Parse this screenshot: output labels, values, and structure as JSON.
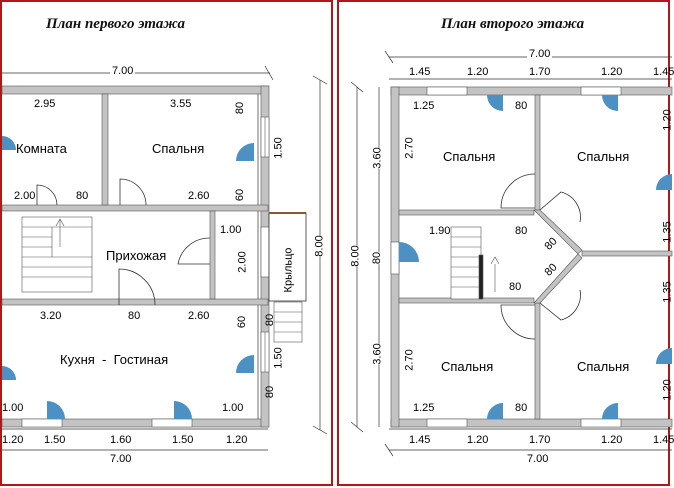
{
  "floor1": {
    "title": "План первого этажа",
    "rooms": {
      "komnata": "Комната",
      "spalnya": "Спальня",
      "prikhozhaya": "Прихожая",
      "kukhnya": "Кухня  -  Гостиная",
      "kryltso": "Крыльцо"
    },
    "dims": {
      "top_total": "7.00",
      "top_left": "2.95",
      "top_right": "3.55",
      "row1_left": "2.00",
      "row1_door1": "80",
      "row1_right": "2.60",
      "hall_left": "3.20",
      "hall_door": "80",
      "hall_right": "2.60",
      "bottom_left": "1.00",
      "bottom_right": "1.00",
      "outer_1": "1.20",
      "outer_2": "1.50",
      "outer_3": "1.60",
      "outer_4": "1.50",
      "outer_5": "1.20",
      "bottom_total": "7.00",
      "side_total": "8.00",
      "r_80a": "80",
      "r_150a": "1.50",
      "r_60a": "60",
      "r_100": "1.00",
      "r_200": "2.00",
      "r_60b": "60",
      "r_80b": "80",
      "r_150b": "1.50",
      "r_80c": "80"
    }
  },
  "floor2": {
    "title": "План второго этажа",
    "rooms": {
      "tl": "Спальня",
      "tr": "Спальня",
      "bl": "Спальня",
      "br": "Спальня"
    },
    "dims": {
      "top_total": "7.00",
      "top": [
        "1.45",
        "1.20",
        "1.70",
        "1.20",
        "1.45"
      ],
      "bottom": [
        "1.45",
        "1.20",
        "1.70",
        "1.20",
        "1.45"
      ],
      "bottom_total": "7.00",
      "win_tl": "1.25",
      "door_tl": "80",
      "win_bl": "1.25",
      "door_bl": "80",
      "inner_270a": "2.70",
      "inner_270b": "2.70",
      "hall_190": "1.90",
      "hall_80a": "80",
      "hall_80b": "80",
      "diag_80a": "80",
      "diag_80b": "80",
      "left_total": "8.00",
      "left_360a": "3.60",
      "left_80": "80",
      "left_360b": "3.60",
      "right_120a": "1.20",
      "right_135a": "1.35",
      "right_135b": "1.35",
      "right_120b": "1.20"
    }
  }
}
